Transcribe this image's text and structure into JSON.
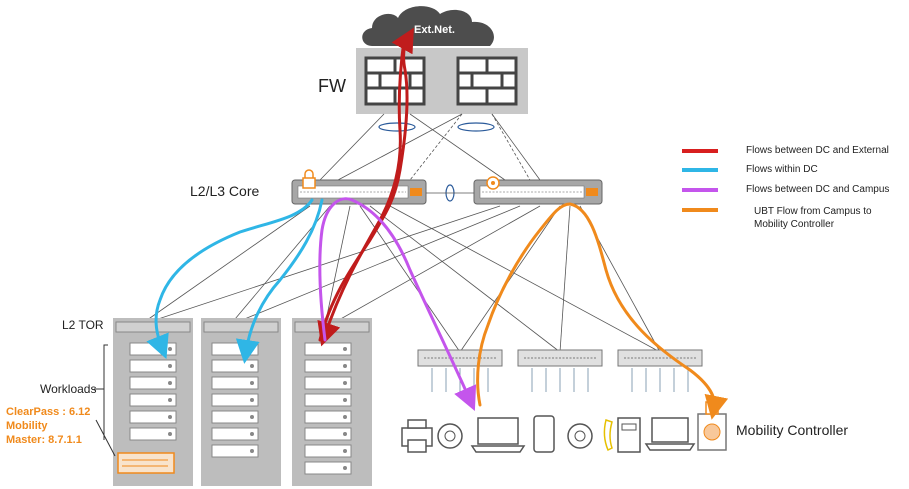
{
  "diagram": {
    "cloud_label": "Ext.Net.",
    "fw_label": "FW",
    "core_label": "L2/L3 Core",
    "tor_label": "L2 TOR",
    "workloads_label": "Workloads",
    "clearpass_line1": "ClearPass : 6.12",
    "clearpass_line2": "Mobility",
    "clearpass_line3": "Master: 8.7.1.1",
    "mobility_controller_label": "Mobility Controller"
  },
  "legend": [
    {
      "label": "Flows between DC and External",
      "color": "#d81f1f"
    },
    {
      "label": "Flows within DC",
      "color": "#2fb6e6"
    },
    {
      "label": "Flows between DC and Campus",
      "color": "#c455ec"
    },
    {
      "label": "UBT Flow from Campus to Mobility Controller",
      "color": "#f08a1c",
      "line1": "UBT Flow from Campus to",
      "line2": "Mobility Controller"
    }
  ],
  "colors": {
    "rack": "#bdbdbd",
    "device": "#8a8a8a",
    "switch": "#a7a7a7",
    "cloud": "#4d4d4d",
    "accent": "#f08a1c"
  }
}
